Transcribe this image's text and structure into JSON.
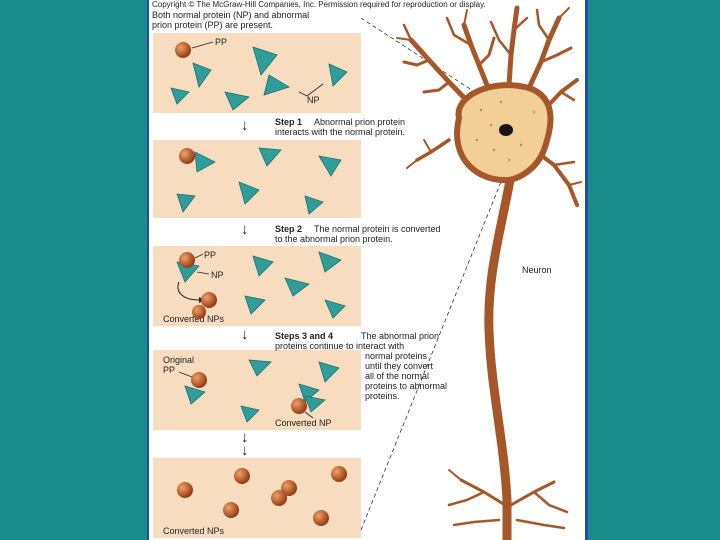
{
  "copyright": "Copyright © The McGraw-Hill Companies, Inc. Permission required for reproduction or display.",
  "intro": [
    "Both normal protein (NP) and abnormal",
    "prion protein (PP) are present."
  ],
  "labels": {
    "pp": "PP",
    "np": "NP",
    "converted_nps": "Converted NPs",
    "original_pp": [
      "Original",
      "PP"
    ],
    "converted_np": "Converted NP",
    "neuron": "Neuron"
  },
  "steps": {
    "step1_title": "Step 1",
    "step1_text": [
      "Abnormal prion protein",
      "interacts with the normal protein."
    ],
    "step2_title": "Step 2",
    "step2_text": [
      "The normal protein is converted",
      "to the abnormal prion protein."
    ],
    "step34_title": "Steps 3 and 4",
    "step34_text": [
      "The abnormal prion",
      "proteins continue to interact with",
      "normal proteins",
      "until they convert",
      "all of the normal",
      "proteins to abnormal",
      "proteins."
    ]
  },
  "arrow_glyph": "↓",
  "colors": {
    "background": "#1a8c8c",
    "border": "#1f4fa3",
    "panel": "#f7dcc0",
    "neuron": "#a5572a",
    "soma": "#f2cf96",
    "prion": "#c0521a",
    "normal_protein": "#2f9e9a"
  }
}
